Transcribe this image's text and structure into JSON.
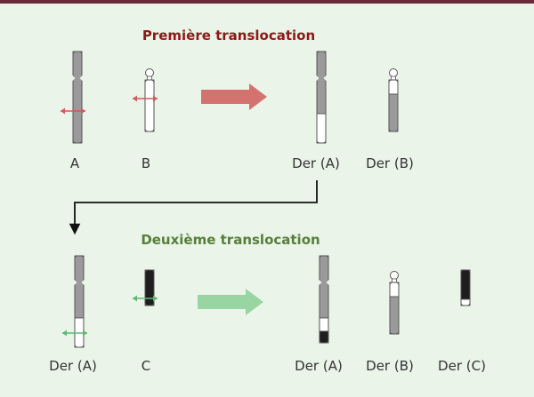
{
  "colors": {
    "background": "#eaf4e8",
    "top_bar": "#6b2a3a",
    "chromosome_gray": "#9a9a9a",
    "chromosome_dark": "#1e1e1e",
    "chromosome_white": "#ffffff",
    "outline": "#555555",
    "first_title": "#8b1a1a",
    "second_title": "#56803a",
    "red_arrow": "#d05a5a",
    "green_arrow": "#8fd29a",
    "black_arrow": "#111111"
  },
  "first_translocation": {
    "title": "Première translocation",
    "before": [
      {
        "label": "A",
        "type": "A"
      },
      {
        "label": "B",
        "type": "B"
      }
    ],
    "after": [
      {
        "label": "Der (A)",
        "type": "derA1"
      },
      {
        "label": "Der (B)",
        "type": "derB"
      }
    ]
  },
  "second_translocation": {
    "title": "Deuxième translocation",
    "before": [
      {
        "label": "Der (A)",
        "type": "derA1"
      },
      {
        "label": "C",
        "type": "C"
      }
    ],
    "after": [
      {
        "label": "Der (A)",
        "type": "derA2"
      },
      {
        "label": "Der (B)",
        "type": "derB"
      },
      {
        "label": "Der (C)",
        "type": "derC"
      }
    ]
  }
}
